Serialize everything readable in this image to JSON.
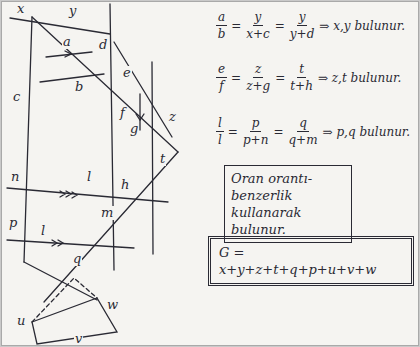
{
  "diagram": {
    "nodes": [
      {
        "text": [
          "Oran orantı- benzerlik kullanarak bulunur."
        ]
      },
      {
        "text": [
          "G = x+y+z+t+q+p+u+v+w"
        ]
      }
    ],
    "labels": [
      "x",
      "y",
      "d",
      "c",
      "a",
      "b",
      "e",
      "f",
      "g",
      "z",
      "t",
      "n",
      "l",
      "m",
      "h",
      "p",
      "l",
      "q",
      "u",
      "w",
      "v",
      "a",
      "b",
      "=",
      "y",
      "x+c",
      "=",
      "y",
      "y+d",
      "⇒ x,y bulunur.",
      "e",
      "f",
      "=",
      "z",
      "z+g",
      "=",
      "t",
      "t+h",
      "⇒ z,t bulunur.",
      "l",
      "l",
      "=",
      "p",
      "p+n",
      "=",
      "q",
      "q+m",
      "⇒ p,q bulunur."
    ]
  }
}
